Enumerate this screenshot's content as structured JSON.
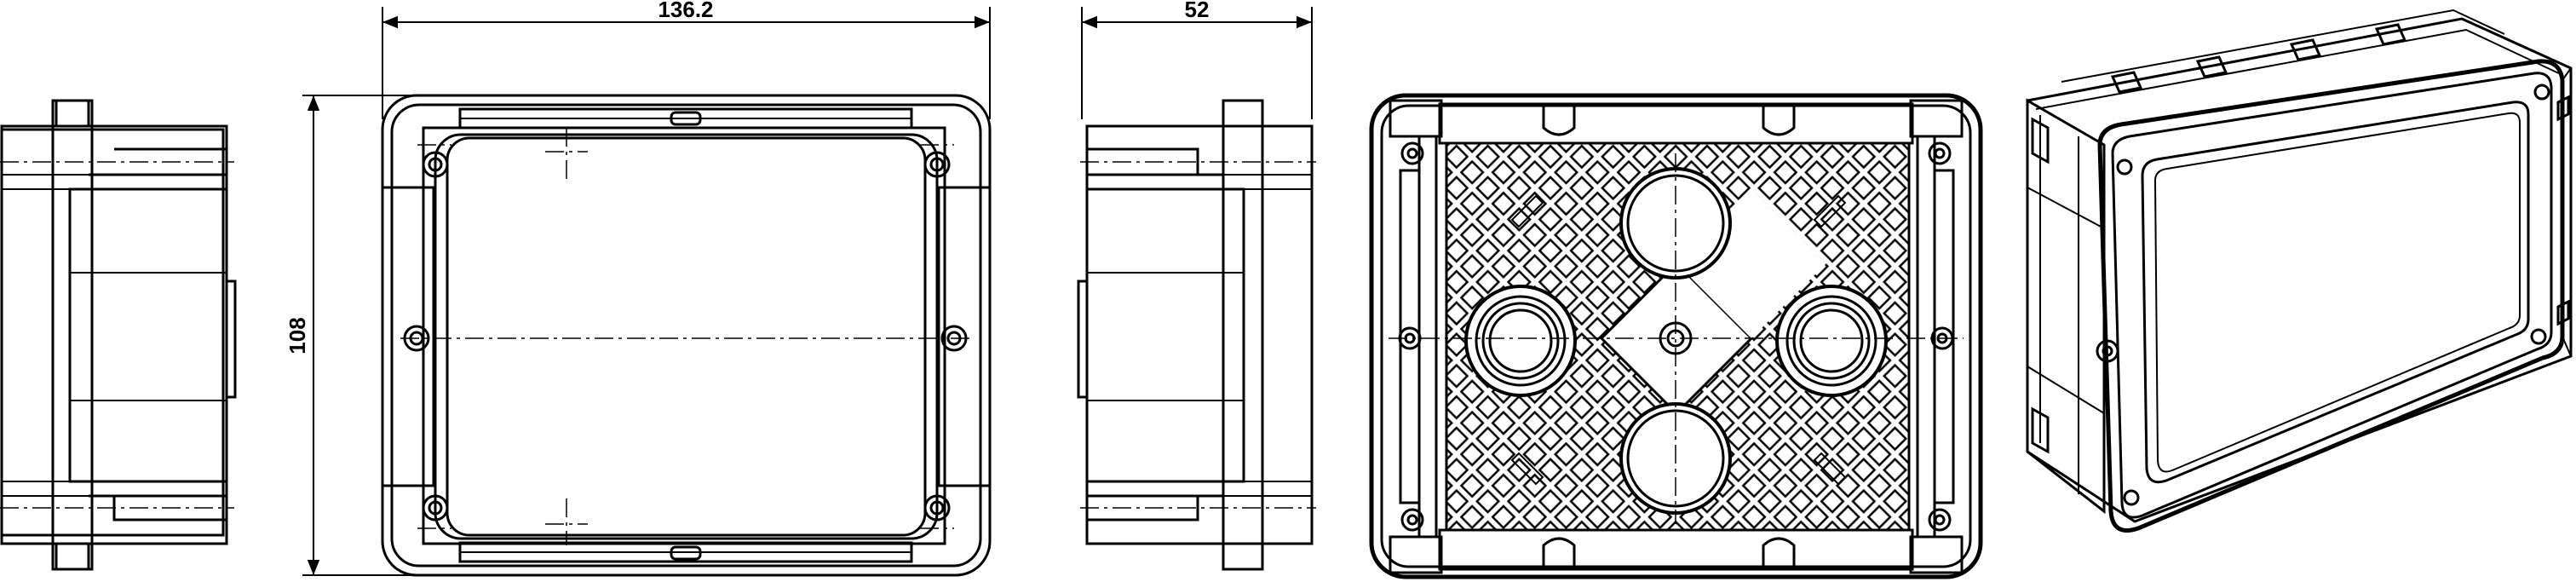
{
  "drawing": {
    "dimensions": {
      "width": "136.2",
      "height": "108",
      "depth": "52"
    },
    "views": [
      "left-side-view",
      "front-view",
      "right-side-view",
      "rear-view",
      "isometric-view"
    ]
  },
  "colors": {
    "ink": "#000000",
    "paper": "#ffffff"
  }
}
